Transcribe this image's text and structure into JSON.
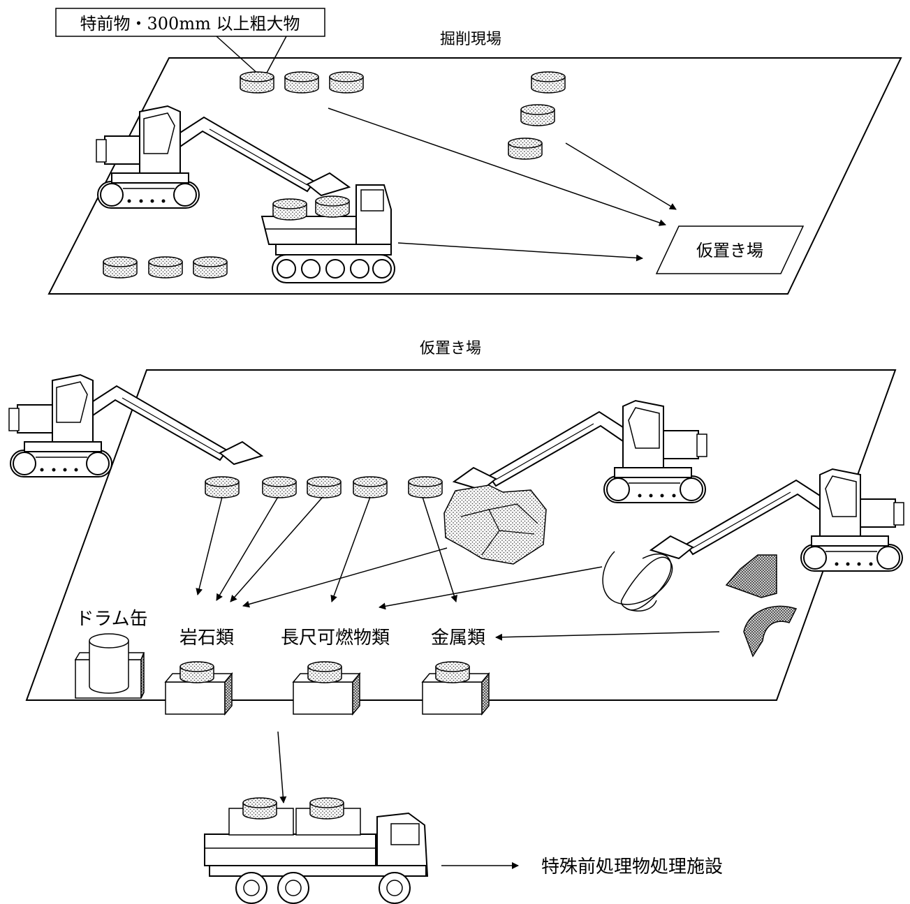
{
  "callout": "特前物・300mm 以上粗大物",
  "panels": {
    "excavation": {
      "title": "掘削現場",
      "storage_label": "仮置き場"
    },
    "storage": {
      "title": "仮置き場",
      "drum": "ドラム缶",
      "bins": [
        "岩石類",
        "長尺可燃物類",
        "金属類"
      ]
    }
  },
  "destination": "特殊前処理物処理施設",
  "colors": {
    "line": "#000000",
    "fill": "#ffffff",
    "stipple": "#777777"
  }
}
